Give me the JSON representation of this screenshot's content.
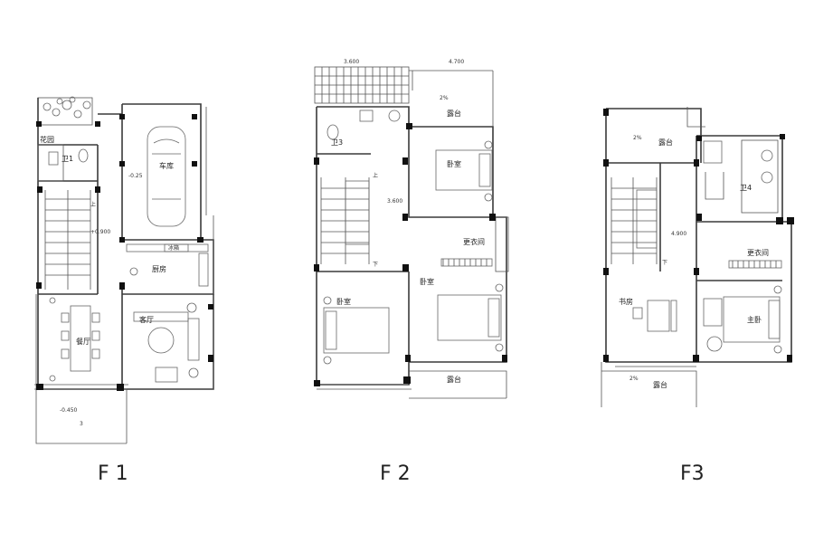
{
  "floors": [
    {
      "id": "f1",
      "label": "F 1",
      "rooms": {
        "garden": "花园",
        "bath": "卫1",
        "garage": "车库",
        "kitchen": "厨房",
        "living": "客厅",
        "dining": "餐厅"
      },
      "dims": {
        "stair_level": "+0.900",
        "garage_level": "-0.25",
        "entry_level": "-0.450",
        "fridge_tag": "冰箱",
        "stair_up": "上",
        "door_mark": "3"
      }
    },
    {
      "id": "f2",
      "label": "F 2",
      "rooms": {
        "bath": "卫3",
        "terrace_top": "露台",
        "bedroom_top": "卧室",
        "closet": "更衣间",
        "bedroom_left": "卧室",
        "bedroom_right": "卧室",
        "terrace_bottom": "露台"
      },
      "dims": {
        "level_top_left": "3.600",
        "level_top_right": "4.700",
        "level_mid": "3.600",
        "slope": "2%",
        "stair_up": "上",
        "stair_down": "下"
      }
    },
    {
      "id": "f3",
      "label": "F3",
      "rooms": {
        "terrace_top": "露台",
        "bath": "卫4",
        "closet": "更衣间",
        "study": "书房",
        "master": "主卧",
        "terrace_bottom": "露台"
      },
      "dims": {
        "slope_top": "2%",
        "slope_bottom": "2%",
        "level": "4.900",
        "stair_down": "下"
      }
    }
  ]
}
